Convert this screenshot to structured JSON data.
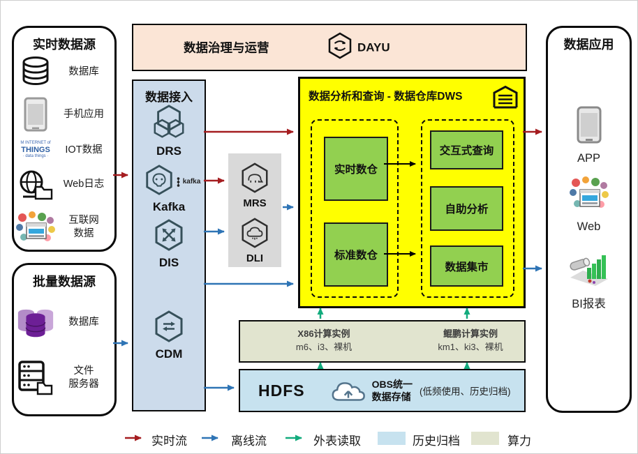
{
  "colors": {
    "realtime_flow": "#a51d20",
    "offline_flow": "#2e74b5",
    "external_read": "#12ab7d",
    "history_archive_fill": "#c7e2ef",
    "compute_fill": "#e1e4cf",
    "dws_fill": "#ffff00",
    "green_box_fill": "#92d050",
    "ingest_fill": "#ccdbeb",
    "banner_fill": "#fbe5d6",
    "processing_fill": "#d9d9d9"
  },
  "realtime_sources": {
    "title": "实时数据源",
    "items": [
      {
        "icon": "database-icon",
        "label": "数据库"
      },
      {
        "icon": "mobile-app-icon",
        "label": "手机应用"
      },
      {
        "icon": "iot-wordcloud-icon",
        "label": "IOT数据",
        "icon_text": "THINGS"
      },
      {
        "icon": "web-log-icon",
        "label": "Web日志"
      },
      {
        "icon": "internet-collage-icon",
        "label": "互联网\n数据"
      }
    ]
  },
  "batch_sources": {
    "title": "批量数据源",
    "items": [
      {
        "icon": "purple-database-icon",
        "label": "数据库"
      },
      {
        "icon": "file-server-icon",
        "label": "文件\n服务器"
      }
    ]
  },
  "governance": {
    "title": "数据治理与运营",
    "product": "DAYU"
  },
  "ingest": {
    "title": "数据接入",
    "items": [
      {
        "icon": "drs-hexagon-icon",
        "label": "DRS"
      },
      {
        "icon": "kafka-hexagon-icon",
        "label": "Kafka",
        "badge": "kafka"
      },
      {
        "icon": "dis-hexagon-icon",
        "label": "DIS"
      },
      {
        "icon": "cdm-hexagon-icon",
        "label": "CDM"
      }
    ]
  },
  "processing": {
    "items": [
      {
        "icon": "mrs-hexagon-icon",
        "label": "MRS"
      },
      {
        "icon": "dli-hexagon-icon",
        "label": "DLI"
      }
    ]
  },
  "dws": {
    "title": "数据分析和查询 - 数据仓库DWS",
    "left_group": [
      "实时数仓",
      "标准数仓"
    ],
    "right_group": [
      "交互式查询",
      "自助分析",
      "数据集市"
    ]
  },
  "apps": {
    "title": "数据应用",
    "items": [
      {
        "icon": "app-phone-icon",
        "label": "APP"
      },
      {
        "icon": "web-collage-icon",
        "label": "Web"
      },
      {
        "icon": "bi-report-icon",
        "label": "BI报表"
      }
    ]
  },
  "compute": {
    "x86": {
      "line1": "X86计算实例",
      "line2": "m6、i3、裸机"
    },
    "kunpeng": {
      "line1": "鲲鹏计算实例",
      "line2": "km1、ki3、裸机"
    }
  },
  "storage": {
    "hdfs": "HDFS",
    "obs": "OBS统一\n数据存储",
    "note": "(低频使用、历史归档)"
  },
  "legend": {
    "realtime": "实时流",
    "offline": "离线流",
    "external": "外表读取",
    "archive": "历史归档",
    "compute": "算力"
  }
}
